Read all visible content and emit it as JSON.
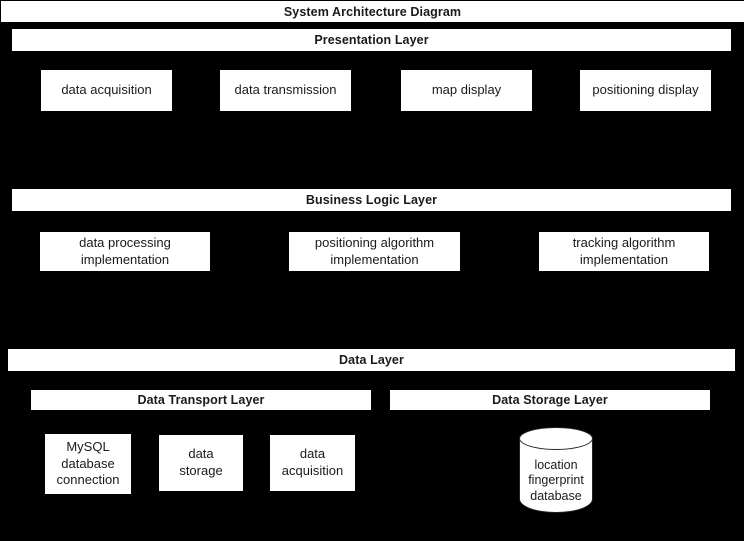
{
  "diagram": {
    "title": "System Architecture Diagram",
    "background_color": "#000000",
    "surface_color": "#ffffff",
    "text_color": "#1a1a1a"
  },
  "layers": {
    "presentation": {
      "label": "Presentation Layer",
      "components": [
        {
          "label": "data acquisition"
        },
        {
          "label": "data transmission"
        },
        {
          "label": "map display"
        },
        {
          "label": "positioning display"
        }
      ]
    },
    "business_logic": {
      "label": "Business Logic Layer",
      "components": [
        {
          "line1": "data processing",
          "line2": "implementation"
        },
        {
          "line1": "positioning algorithm",
          "line2": "implementation"
        },
        {
          "line1": "tracking algorithm",
          "line2": "implementation"
        }
      ]
    },
    "data": {
      "label": "Data Layer",
      "sublayers": {
        "transport": {
          "label": "Data Transport Layer",
          "components": [
            {
              "line1": "MySQL",
              "line2": "database",
              "line3": "connection"
            },
            {
              "line1": "data",
              "line2": "storage",
              "line3": ""
            },
            {
              "line1": "data",
              "line2": "acquisition",
              "line3": ""
            }
          ]
        },
        "storage": {
          "label": "Data Storage Layer",
          "database": {
            "icon": "database-cylinder-icon",
            "line1": "location",
            "line2": "fingerprint",
            "line3": "database"
          }
        }
      }
    }
  }
}
